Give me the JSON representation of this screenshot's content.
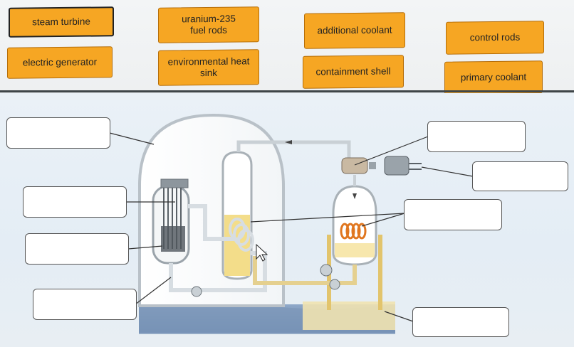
{
  "labels": {
    "steam_turbine": "steam turbine",
    "electric_generator": "electric generator",
    "uranium_fuel_rods": "uranium-235 fuel rods",
    "environmental_heat_sink": "environmental heat sink",
    "additional_coolant": "additional coolant",
    "containment_shell": "containment shell",
    "control_rods": "control rods",
    "primary_coolant": "primary coolant"
  },
  "colors": {
    "label_fill": "#f6a623",
    "label_border": "#b56d08",
    "coolant_yellow": "#f3dd8a",
    "pipe": "#e5d08f",
    "water": "#6e8fb7"
  }
}
